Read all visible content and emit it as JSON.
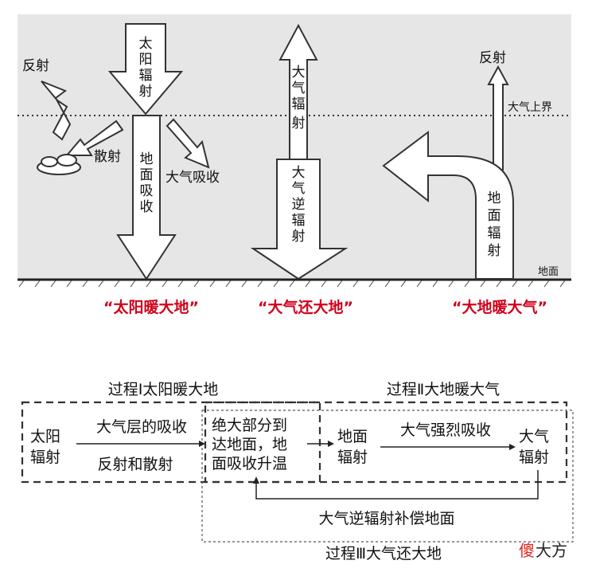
{
  "top": {
    "solar_radiation": [
      "太",
      "阳",
      "辐",
      "射"
    ],
    "reflection_left": "反射",
    "scattering": "散射",
    "atmos_absorb": "大气吸收",
    "ground_absorb": [
      "地",
      "面",
      "吸",
      "收"
    ],
    "atmos_radiation": [
      "大",
      "气",
      "辐",
      "射"
    ],
    "counter_radiation": [
      "大",
      "气",
      "逆",
      "辐",
      "射"
    ],
    "reflection_right": "反射",
    "upper_boundary": "大气上界",
    "ground_radiation": [
      "地",
      "面",
      "辐",
      "射"
    ],
    "ground": "地面",
    "caption1": "“太阳暖大地”",
    "caption2": "“大气还大地”",
    "caption3": "“大地暖大气”"
  },
  "bottom": {
    "process1": "过程Ⅰ太阳暖大地",
    "process2": "过程Ⅱ大地暖大气",
    "process3": "过程Ⅲ大气还大地",
    "solar": [
      "太阳",
      "辐射"
    ],
    "atm_layer_absorb": "大气层的吸收",
    "refl_scatter": "反射和散射",
    "mostly_reach": [
      "绝大部分到",
      "达地面，地",
      "面吸收升温"
    ],
    "ground_rad": [
      "地面",
      "辐射"
    ],
    "strong_absorb": "大气强烈吸收",
    "atm_rad": [
      "大气",
      "辐射"
    ],
    "counter_comp": "大气逆辐射补偿地面"
  },
  "watermark": {
    "part1": "傻",
    "part2": "大方"
  }
}
